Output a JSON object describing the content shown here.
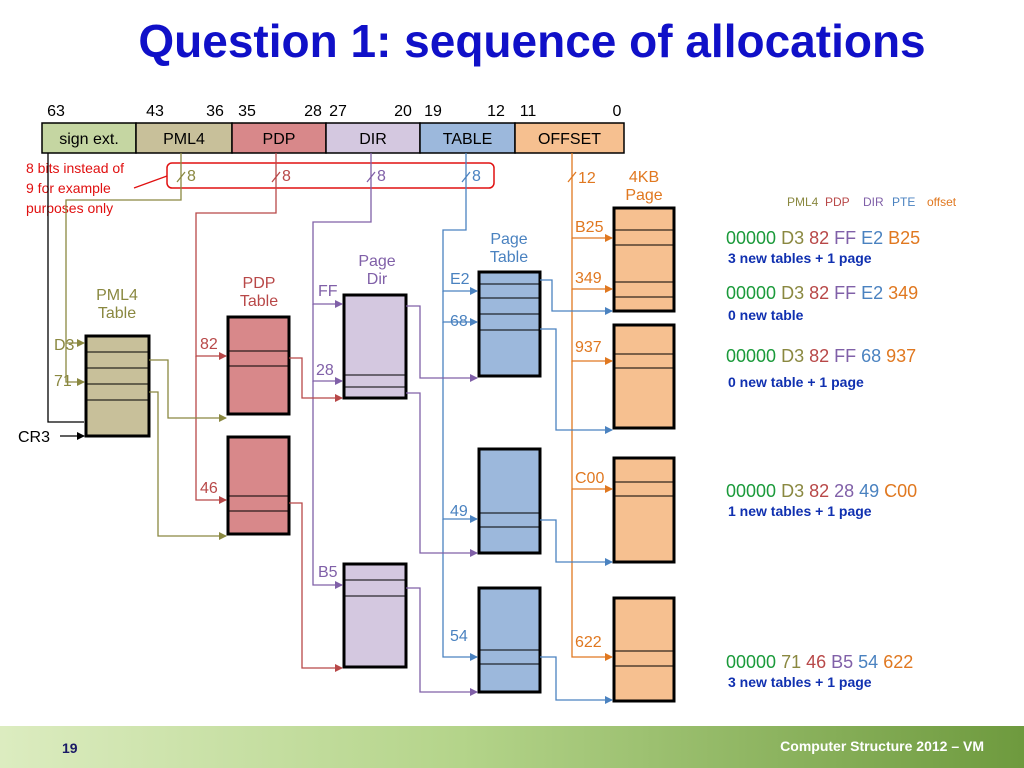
{
  "title": "Question 1: sequence of allocations",
  "footer": {
    "page": "19",
    "text": "Computer Structure 2012 – VM"
  },
  "bit_positions": [
    "63",
    "43",
    "36",
    "35",
    "28",
    "27",
    "20",
    "19",
    "12",
    "11",
    "0"
  ],
  "fields": [
    "sign ext.",
    "PML4",
    "PDP",
    "DIR",
    "TABLE",
    "OFFSET"
  ],
  "field_colors": [
    "#c5d6a2",
    "#c8c09a",
    "#d8888a",
    "#d4c8e0",
    "#9cb8dc",
    "#f6c090"
  ],
  "note": [
    "8 bits instead of",
    "9 for example",
    "purposes only"
  ],
  "widths": [
    "8",
    "8",
    "8",
    "8",
    "12"
  ],
  "tables": {
    "pml4": [
      "PML4",
      "Table"
    ],
    "pdp": [
      "PDP",
      "Table"
    ],
    "dir": [
      "Page",
      "Dir"
    ],
    "pt": [
      "Page",
      "Table"
    ],
    "page": [
      "4KB",
      "Page"
    ]
  },
  "cr3": "CR3",
  "entries": {
    "pml4": [
      "D3",
      "71"
    ],
    "pdp": [
      "82",
      "46"
    ],
    "dir": [
      "FF",
      "28",
      "B5"
    ],
    "pt": [
      "E2",
      "68",
      "49",
      "54"
    ],
    "page": [
      "B25",
      "349",
      "937",
      "C00",
      "622"
    ]
  },
  "legend": [
    "PML4",
    "PDP",
    "DIR",
    "PTE",
    "offset"
  ],
  "colors": {
    "sign": "#1a9a3a",
    "pml4": "#8a8840",
    "pdp": "#b84848",
    "dir": "#8060a8",
    "pt": "#4a82c0",
    "page": "#e07820",
    "note": "#e01010",
    "desc": "#1030b0"
  },
  "addresses": [
    {
      "parts": [
        "00000",
        "D3",
        "82",
        "FF",
        "E2",
        "B25"
      ],
      "desc": "3 new tables + 1 page"
    },
    {
      "parts": [
        "00000",
        "D3",
        "82",
        "FF",
        "E2",
        "349"
      ],
      "desc": "0 new table"
    },
    {
      "parts": [
        "00000",
        "D3",
        "82",
        "FF",
        "68",
        "937"
      ],
      "desc": "0 new table + 1 page"
    },
    {
      "parts": [
        "00000",
        "D3",
        "82",
        "28",
        "49",
        "C00"
      ],
      "desc": "1 new tables + 1 page"
    },
    {
      "parts": [
        "00000",
        "71",
        "46",
        "B5",
        "54",
        "622"
      ],
      "desc": "3 new tables + 1 page"
    }
  ]
}
